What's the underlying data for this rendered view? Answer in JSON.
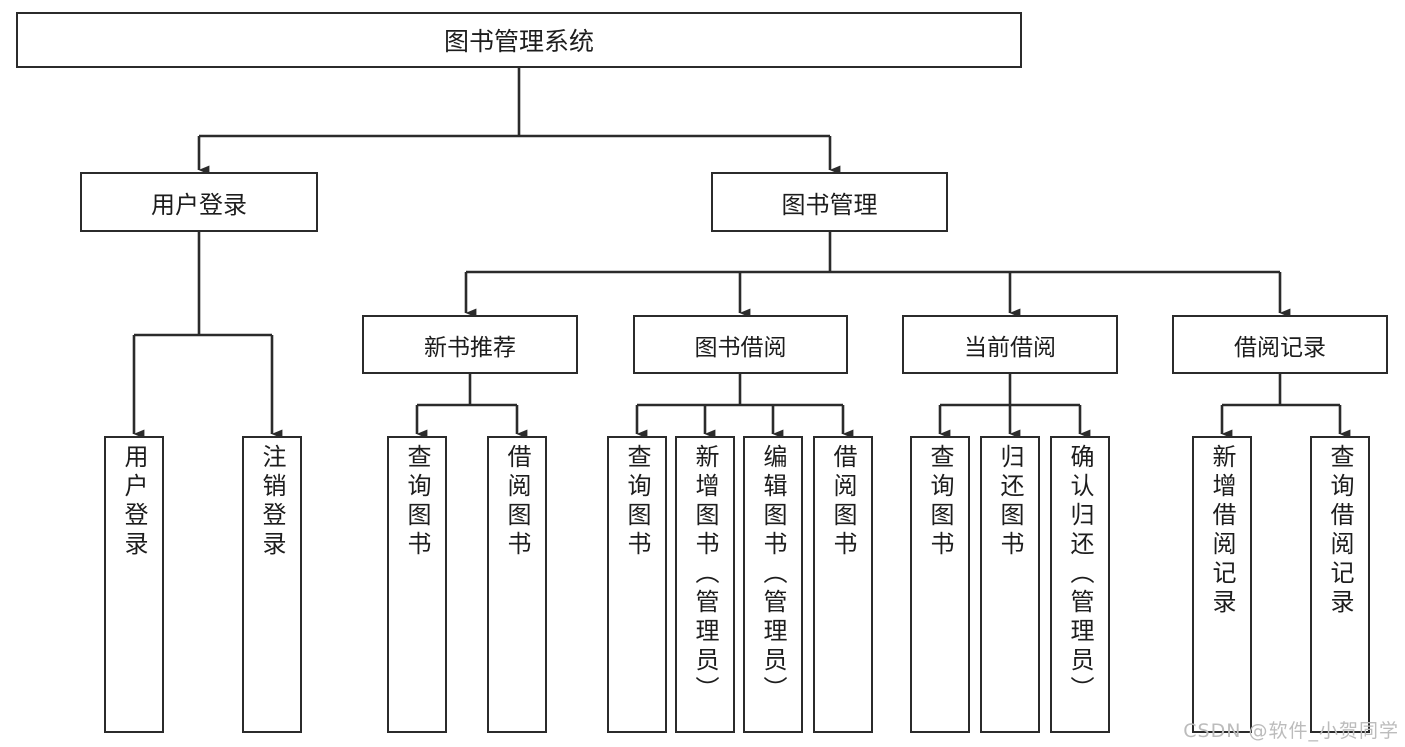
{
  "diagram": {
    "type": "tree-hierarchy-diagram",
    "title": "图书管理系统",
    "colors": {
      "border": "#2b2b2b",
      "text": "#1d1d1d",
      "background": "#ffffff",
      "watermark": "#bcbcbc"
    },
    "root": {
      "label": "图书管理系统"
    },
    "level1": [
      {
        "label": "用户登录"
      },
      {
        "label": "图书管理"
      }
    ],
    "level2": [
      {
        "label": "新书推荐"
      },
      {
        "label": "图书借阅"
      },
      {
        "label": "当前借阅"
      },
      {
        "label": "借阅记录"
      }
    ],
    "leaves": {
      "user_login": [
        {
          "label": "用户登录"
        },
        {
          "label": "注销登录"
        }
      ],
      "new_book_recommend": [
        {
          "label": "查询图书"
        },
        {
          "label": "借阅图书"
        }
      ],
      "book_borrow": [
        {
          "label": "查询图书"
        },
        {
          "label": "新增图书（管理员）"
        },
        {
          "label": "编辑图书（管理员）"
        },
        {
          "label": "借阅图书"
        }
      ],
      "current_borrow": [
        {
          "label": "查询图书"
        },
        {
          "label": "归还图书"
        },
        {
          "label": "确认归还（管理员）"
        }
      ],
      "borrow_record": [
        {
          "label": "新增借阅记录"
        },
        {
          "label": "查询借阅记录"
        }
      ]
    },
    "watermark": "CSDN @软件_小贺同学"
  }
}
